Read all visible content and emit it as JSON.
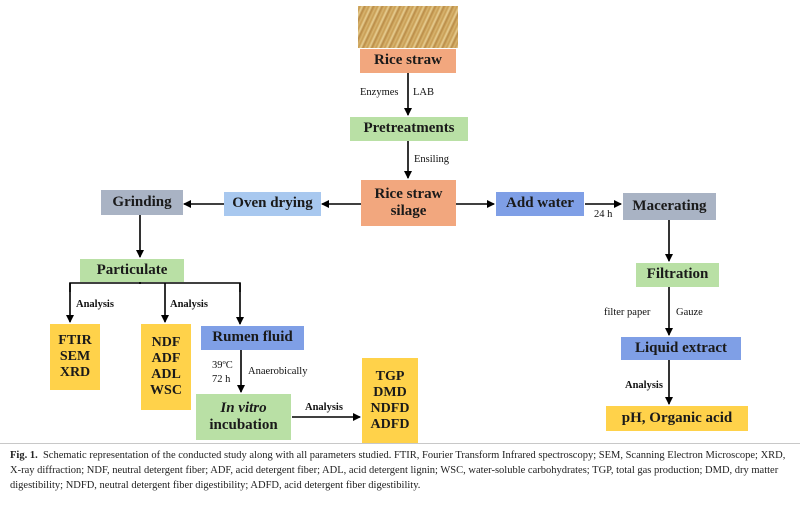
{
  "boxes": {
    "rice_straw": "Rice straw",
    "pretreatments": "Pretreatments",
    "silage_line1": "Rice straw",
    "silage_line2": "silage",
    "oven_drying": "Oven drying",
    "grinding": "Grinding",
    "add_water": "Add water",
    "macerating": "Macerating",
    "particulate": "Particulate",
    "filtration": "Filtration",
    "liquid_extract": "Liquid extract",
    "rumen_fluid": "Rumen fluid",
    "incubation_line1": "In vitro",
    "incubation_line2": "incubation",
    "ph_organic": "pH,  Organic acid"
  },
  "param_groups": {
    "physical": [
      "FTIR",
      "SEM",
      "XRD"
    ],
    "fiber": [
      "NDF",
      "ADF",
      "ADL",
      "WSC"
    ],
    "fermentation": [
      "TGP",
      "DMD",
      "NDFD",
      "ADFD"
    ]
  },
  "labels": {
    "enzymes": "Enzymes",
    "lab": "LAB",
    "ensiling": "Ensiling",
    "hours_24": "24 h",
    "analysis": "Analysis",
    "temp": "39ºC",
    "hours_72": "72 h",
    "anaerobically": "Anaerobically",
    "filter_paper": "filter paper",
    "gauze": "Gauze"
  },
  "caption": {
    "prefix": "Fig. 1.",
    "text": "Schematic representation of the conducted study along with all parameters studied. FTIR, Fourier Transform Infrared spectroscopy; SEM, Scanning Electron Microscope; XRD, X-ray diffraction; NDF, neutral detergent fiber; ADF, acid detergent fiber; ADL, acid detergent lignin; WSC, water-soluble carbohydrates; TGP, total gas production; DMD, dry matter digestibility; NDFD, neutral detergent fiber digestibility; ADFD, acid detergent fiber digestibility."
  },
  "colors": {
    "orange": "#f2a77e",
    "green": "#b9e0a5",
    "blue": "#7f9fe6",
    "light_blue": "#a8c8ef",
    "gray": "#a9b3c4",
    "yellow": "#ffd24a"
  }
}
